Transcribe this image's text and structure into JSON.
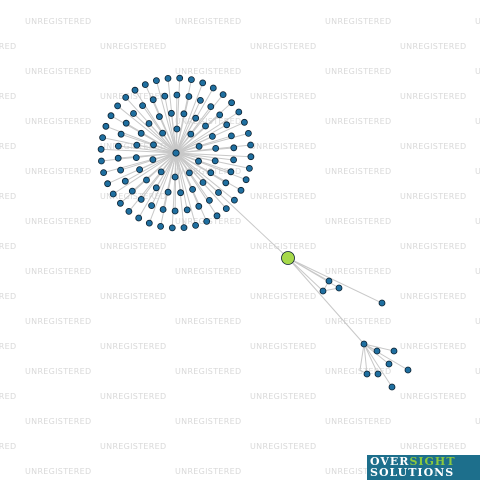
{
  "watermark": {
    "text": "UNREGISTERED",
    "color": "#d9d9d9"
  },
  "logo": {
    "word1_part1": "OVER",
    "word1_part2": "SIGHT",
    "word2": "SOLUTIONS",
    "background": "#1d6f8c",
    "accent_color": "#8bc83f"
  },
  "graph": {
    "node_color": "#1f6fa0",
    "focus_node_color": "#a6d94a",
    "edge_color": "#c8c8c8",
    "focus_node": "entity",
    "hub_count": 3,
    "leaf_counts": {
      "main_hub": 100,
      "middle_cluster": 4,
      "lower_cluster": 7
    }
  }
}
